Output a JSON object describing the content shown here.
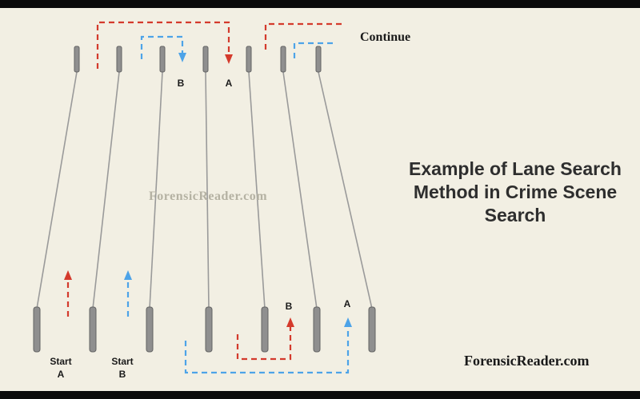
{
  "title": {
    "lines": [
      "Example of Lane Search",
      "Method in Crime Scene",
      "Search"
    ]
  },
  "watermark": "ForensicReader.com",
  "footer_brand": "ForensicReader.com",
  "labels": {
    "continue": "Continue",
    "top_lane_b": "B",
    "top_lane_a": "A",
    "bottom_lane_b": "B",
    "bottom_lane_a": "A",
    "start_a": {
      "line1": "Start",
      "line2": "A"
    },
    "start_b": {
      "line1": "Start",
      "line2": "B"
    }
  },
  "colors": {
    "background": "#f2efe3",
    "letterbox": "#0b0b0b",
    "path_a": "#d43a2c",
    "path_b": "#4da3e8",
    "lane_line": "#9a9a9a",
    "stake_fill": "#8f8f8f",
    "stake_stroke": "#636363",
    "label_text": "#1a1a1a",
    "title_text": "#2e2e2e",
    "watermark_text": "#b5b2a3"
  }
}
